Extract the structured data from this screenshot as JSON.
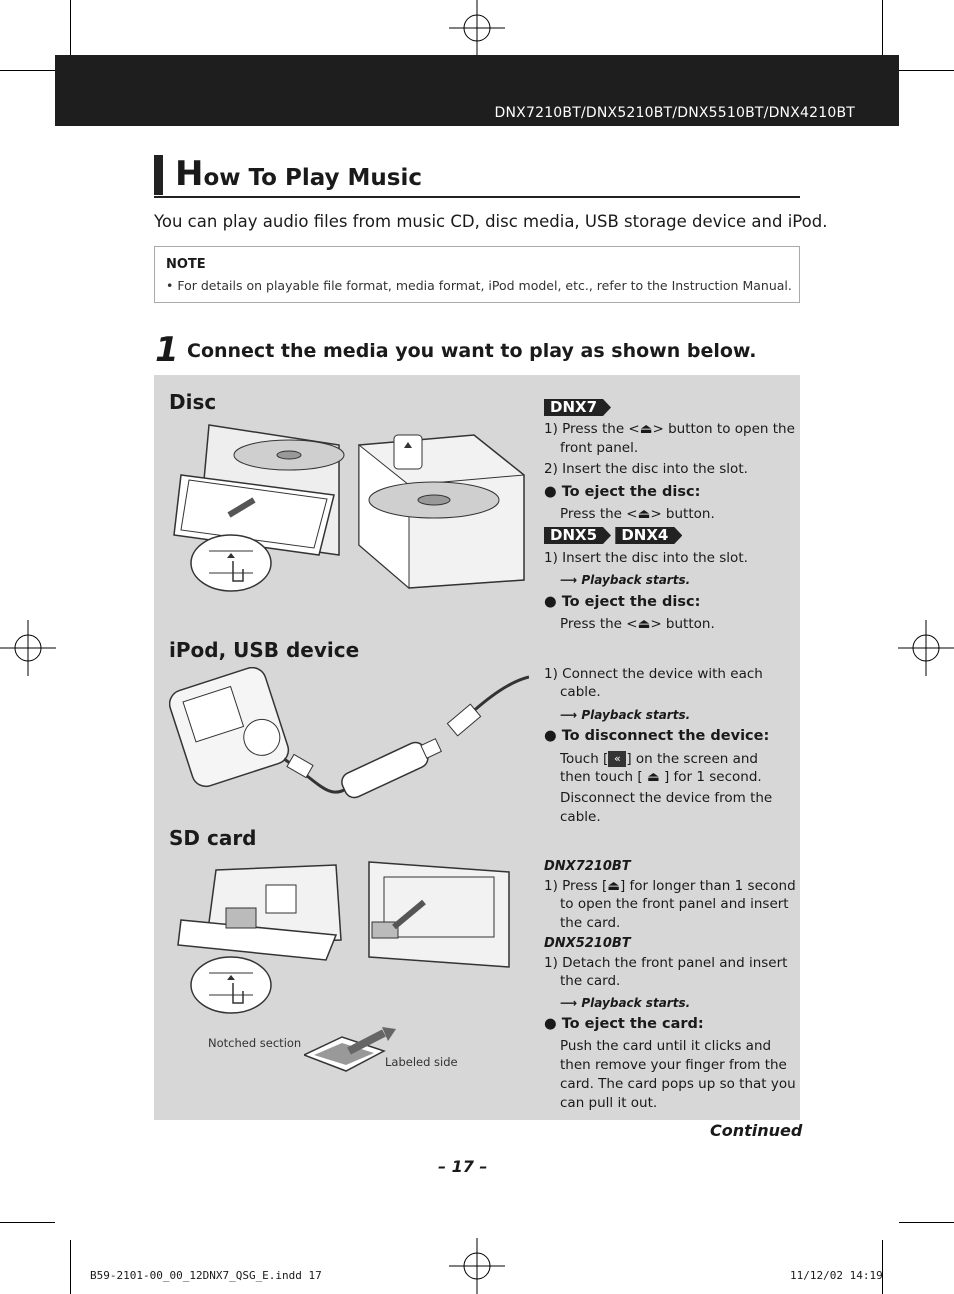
{
  "header": {
    "models": "DNX7210BT/DNX5210BT/DNX5510BT/DNX4210BT"
  },
  "title": {
    "initial": "H",
    "rest": "ow To Play Music"
  },
  "intro": "You can  play audio files from music CD, disc media, USB storage device and iPod.",
  "note": {
    "heading": "NOTE",
    "body": "• For details on playable file format, media format, iPod model, etc., refer to the Instruction Manual."
  },
  "step": {
    "number": "1",
    "text": "Connect the media you want to play as shown below."
  },
  "disc": {
    "heading": "Disc",
    "badge_dnx7": "DNX7",
    "dnx7_step1a": "1) Press the <⏏> button to open the",
    "dnx7_step1b": "front panel.",
    "dnx7_step2": "2) Insert the disc into the slot.",
    "eject_heading": "● To eject the disc:",
    "eject_text": "Press the <⏏> button.",
    "badge_dnx5": "DNX5",
    "badge_dnx4": "DNX4",
    "dnx54_step1": "1) Insert the disc into the slot.",
    "playback": "Playback starts.",
    "eject_heading2": "● To eject the disc:",
    "eject_text2": "Press the <⏏> button."
  },
  "ipod": {
    "heading": "iPod, USB device",
    "step1a": "1) Connect the device with each",
    "step1b": "cable.",
    "playback": "Playback starts.",
    "disconnect_heading": "● To disconnect the device:",
    "touch_a1": "Touch [",
    "touch_a2": "] on the screen and",
    "touch_b": "then touch [ ⏏ ] for 1 second.",
    "disconnect_a": "Disconnect the device from the",
    "disconnect_b": "cable."
  },
  "sd": {
    "heading": "SD card",
    "model1": "DNX7210BT",
    "m1_a": "1) Press [⏏] for longer than 1 second",
    "m1_b": "to open the front panel and insert",
    "m1_c": "the card.",
    "model2": "DNX5210BT",
    "m2_a": "1) Detach the front panel and insert",
    "m2_b": "the card.",
    "playback": "Playback starts.",
    "eject_heading": "● To eject the card:",
    "eject_a": "Push the card until it clicks and",
    "eject_b": "then remove your finger from the",
    "eject_c": "card. The card pops up so that you",
    "eject_d": "can pull it out.",
    "notched": "Notched section",
    "labeled": "Labeled side"
  },
  "continued": "Continued",
  "page_number": "– 17 –",
  "footer": {
    "file": "B59-2101-00_00_12DNX7_QSG_E.indd   17",
    "stamp": "11/12/02   14:19"
  }
}
